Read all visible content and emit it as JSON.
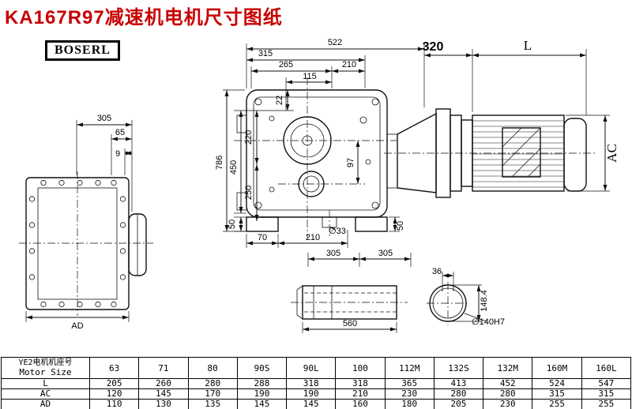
{
  "title": "KA167R97减速机电机尺寸图纸",
  "brand": {
    "logo_text": "BOSERL"
  },
  "dims": {
    "side": {
      "w305": "305",
      "w65": "65",
      "w9": "9",
      "ad": "AD"
    },
    "front": {
      "t522": "522",
      "t315": "315",
      "t265": "265",
      "t210": "210",
      "t115": "115",
      "v22": "22",
      "v220": "220",
      "v250": "250",
      "v450": "450",
      "v786": "786",
      "v97": "97",
      "b50l": "50",
      "b70": "70",
      "b210": "210",
      "b33": "∅33",
      "b50r": "50"
    },
    "assembly": {
      "d320": "320",
      "dL": "L",
      "dAC": "AC"
    },
    "shaft": {
      "a305": "305",
      "b305": "305",
      "len560": "560"
    },
    "bore": {
      "k36": "36",
      "h148": "148.4",
      "d140": "∅140H7"
    }
  },
  "table": {
    "header_cn": "YE2电机机座号",
    "header_en": "Motor Size",
    "columns": [
      "63",
      "71",
      "80",
      "90S",
      "90L",
      "100",
      "112M",
      "132S",
      "132M",
      "160M",
      "160L"
    ],
    "rows": [
      {
        "label": "L",
        "values": [
          "205",
          "260",
          "280",
          "288",
          "318",
          "318",
          "365",
          "413",
          "452",
          "524",
          "547"
        ]
      },
      {
        "label": "AC",
        "values": [
          "120",
          "145",
          "170",
          "190",
          "190",
          "210",
          "230",
          "280",
          "280",
          "315",
          "315"
        ]
      },
      {
        "label": "AD",
        "values": [
          "110",
          "130",
          "135",
          "145",
          "145",
          "160",
          "180",
          "205",
          "230",
          "255",
          "255"
        ]
      }
    ]
  }
}
